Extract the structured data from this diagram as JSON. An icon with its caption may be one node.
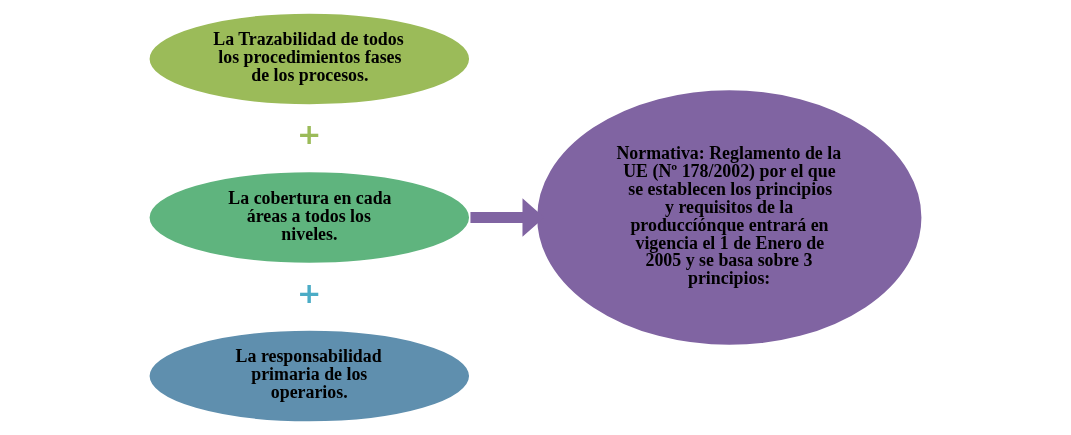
{
  "diagram": {
    "nodes": [
      {
        "text": [
          "La Trazabilidad de todos los procedimientos fases de los procesos."
        ]
      },
      {
        "text": [
          "La cobertura en cada áreas a todos los niveles."
        ]
      },
      {
        "text": [
          "La responsabilidad primaria de los operarios."
        ]
      },
      {
        "text": [
          "Normativa: Reglamento de la UE (Nº 178/2002) por el que se establecen los principios y requisitos de la produccíónque entrará en vigencia el 1 de Enero de 2005 y se basa sobre 3 principios:"
        ]
      }
    ],
    "edges": [
      {
        "from": 1,
        "to": 3,
        "arrow": "to"
      }
    ],
    "labels": [
      "+",
      "+"
    ]
  }
}
